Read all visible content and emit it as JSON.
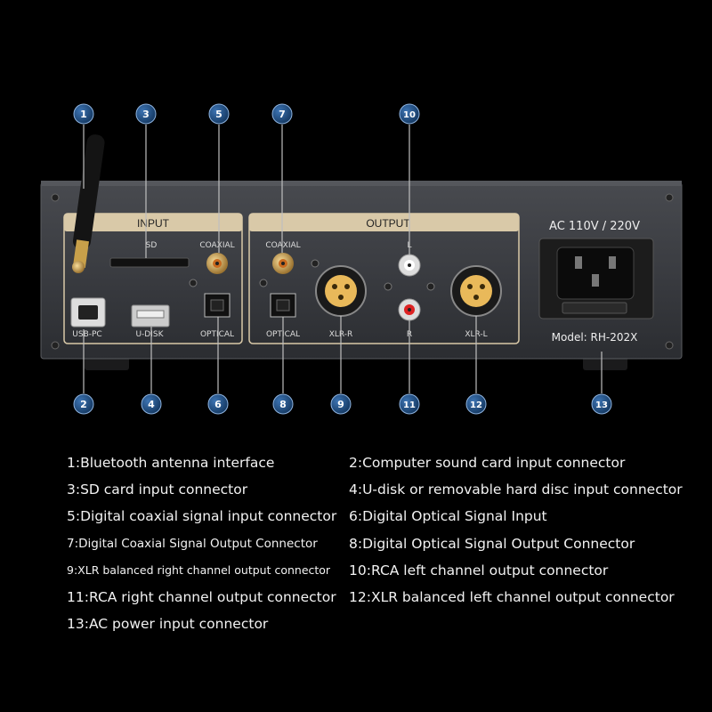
{
  "device": {
    "input_label": "INPUT",
    "output_label": "OUTPUT",
    "input_sd_label": "SD",
    "input_coaxial_label": "COAXIAL",
    "input_optical_label": "OPTICAL",
    "usb_pc_label": "USB-PC",
    "u_disk_label": "U-DISK",
    "output_coaxial_label": "COAXIAL",
    "output_optical_label": "OPTICAL",
    "xlr_r_label": "XLR-R",
    "xlr_l_label": "XLR-L",
    "rca_l_label": "L",
    "rca_r_label": "R",
    "power_label": "AC 110V / 220V",
    "model_label": "Model: RH-202X"
  },
  "callouts": [
    "1",
    "2",
    "3",
    "4",
    "5",
    "6",
    "7",
    "8",
    "9",
    "10",
    "11",
    "12",
    "13"
  ],
  "legend": [
    "1:Bluetooth antenna interface",
    "2:Computer sound card input connector",
    "3:SD card input connector",
    "4:U-disk or removable hard disc input connector",
    "5:Digital coaxial signal input connector",
    "6:Digital Optical Signal Input",
    "7:Digital Coaxial Signal Output Connector",
    "8:Digital Optical Signal Output Connector",
    "9:XLR balanced right channel output connector",
    "10:RCA left channel output connector",
    "11:RCA right channel output connector",
    "12:XLR balanced left channel output connector",
    "13:AC power input connector"
  ],
  "colors": {
    "badge": "#1f4f86",
    "chassis": "#3a3c40",
    "panel_line": "#d9c9a8"
  }
}
